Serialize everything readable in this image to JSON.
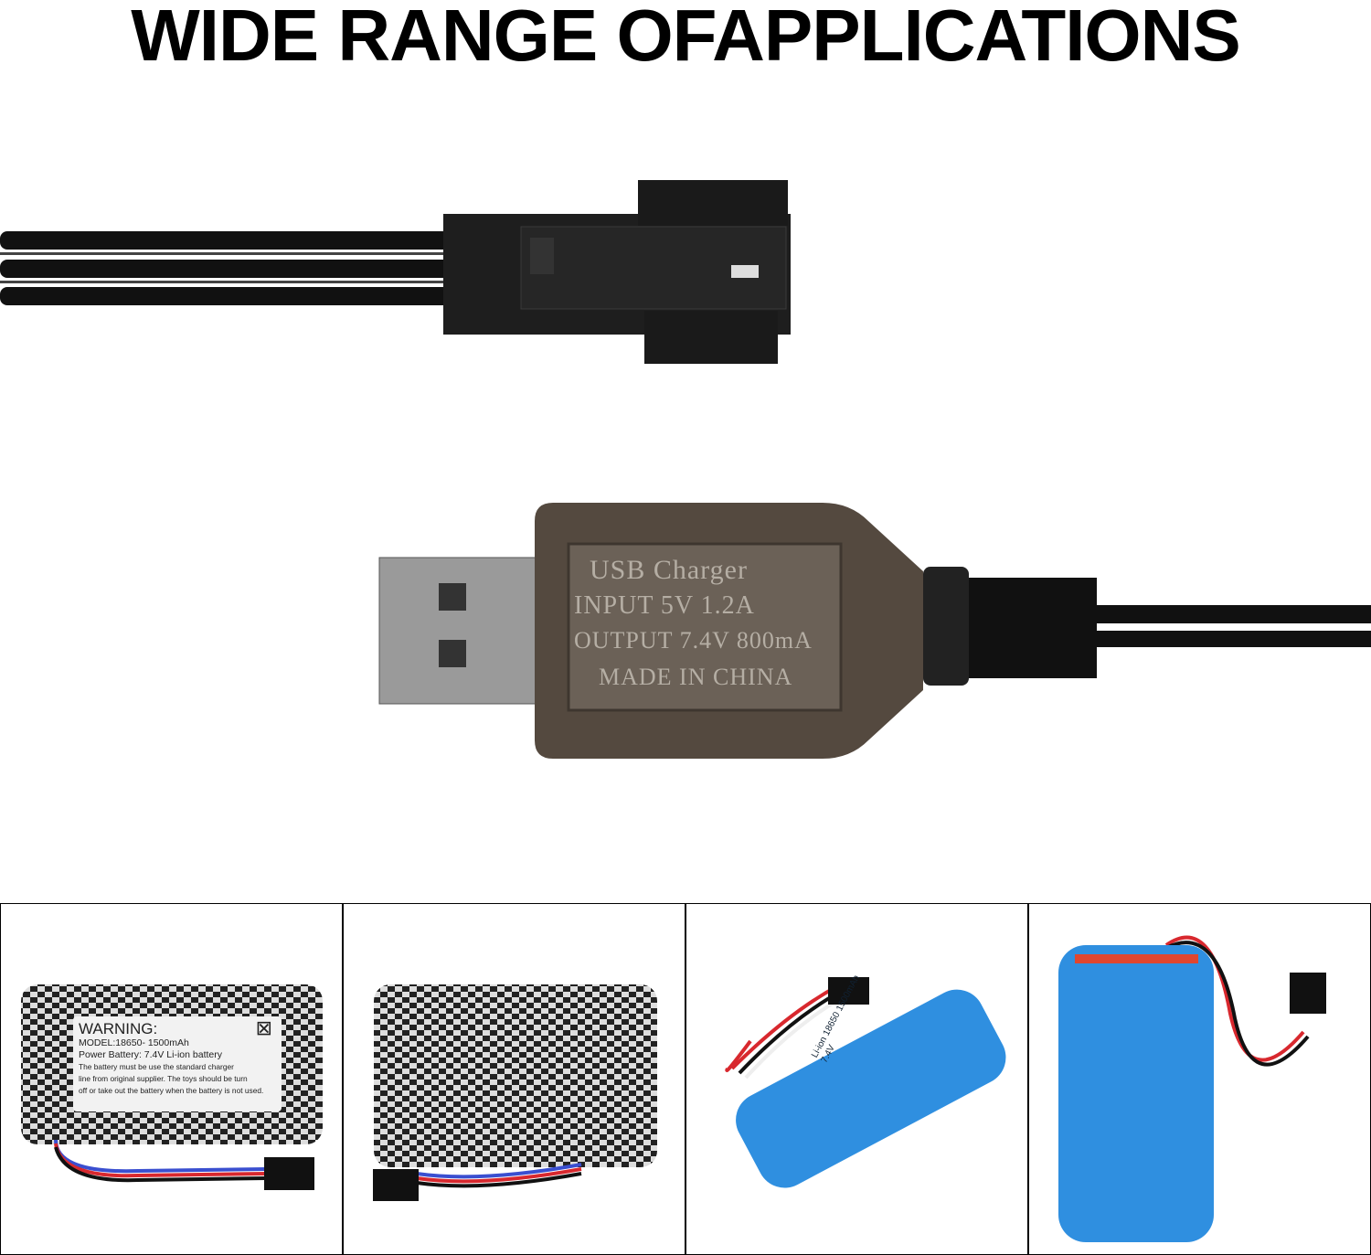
{
  "title": "WIDE RANGE OFAPPLICATIONS",
  "charger": {
    "line1": "USB Charger",
    "line2": "INPUT 5V 1.2A",
    "line3": "OUTPUT 7.4V 800mA",
    "line4": "MADE IN CHINA"
  },
  "battery_label": {
    "warning": "WARNING:",
    "model": "MODEL:18650- 1500mAh",
    "power": "Power Battery: 7.4V Li-ion battery",
    "text1": "The battery must be use the standard charger",
    "text2": "line from original supplier. The toys should be turn",
    "text3": "off or take out the battery when the battery is not used."
  },
  "blue_battery": {
    "line1": "Li-ion 18650 1500mAh",
    "line2": "7.4V"
  },
  "colors": {
    "wire_black": "#111111",
    "battery_blue": "#2f8fe0",
    "wire_red": "#d8282e",
    "wire_blue": "#3a4fd0"
  }
}
